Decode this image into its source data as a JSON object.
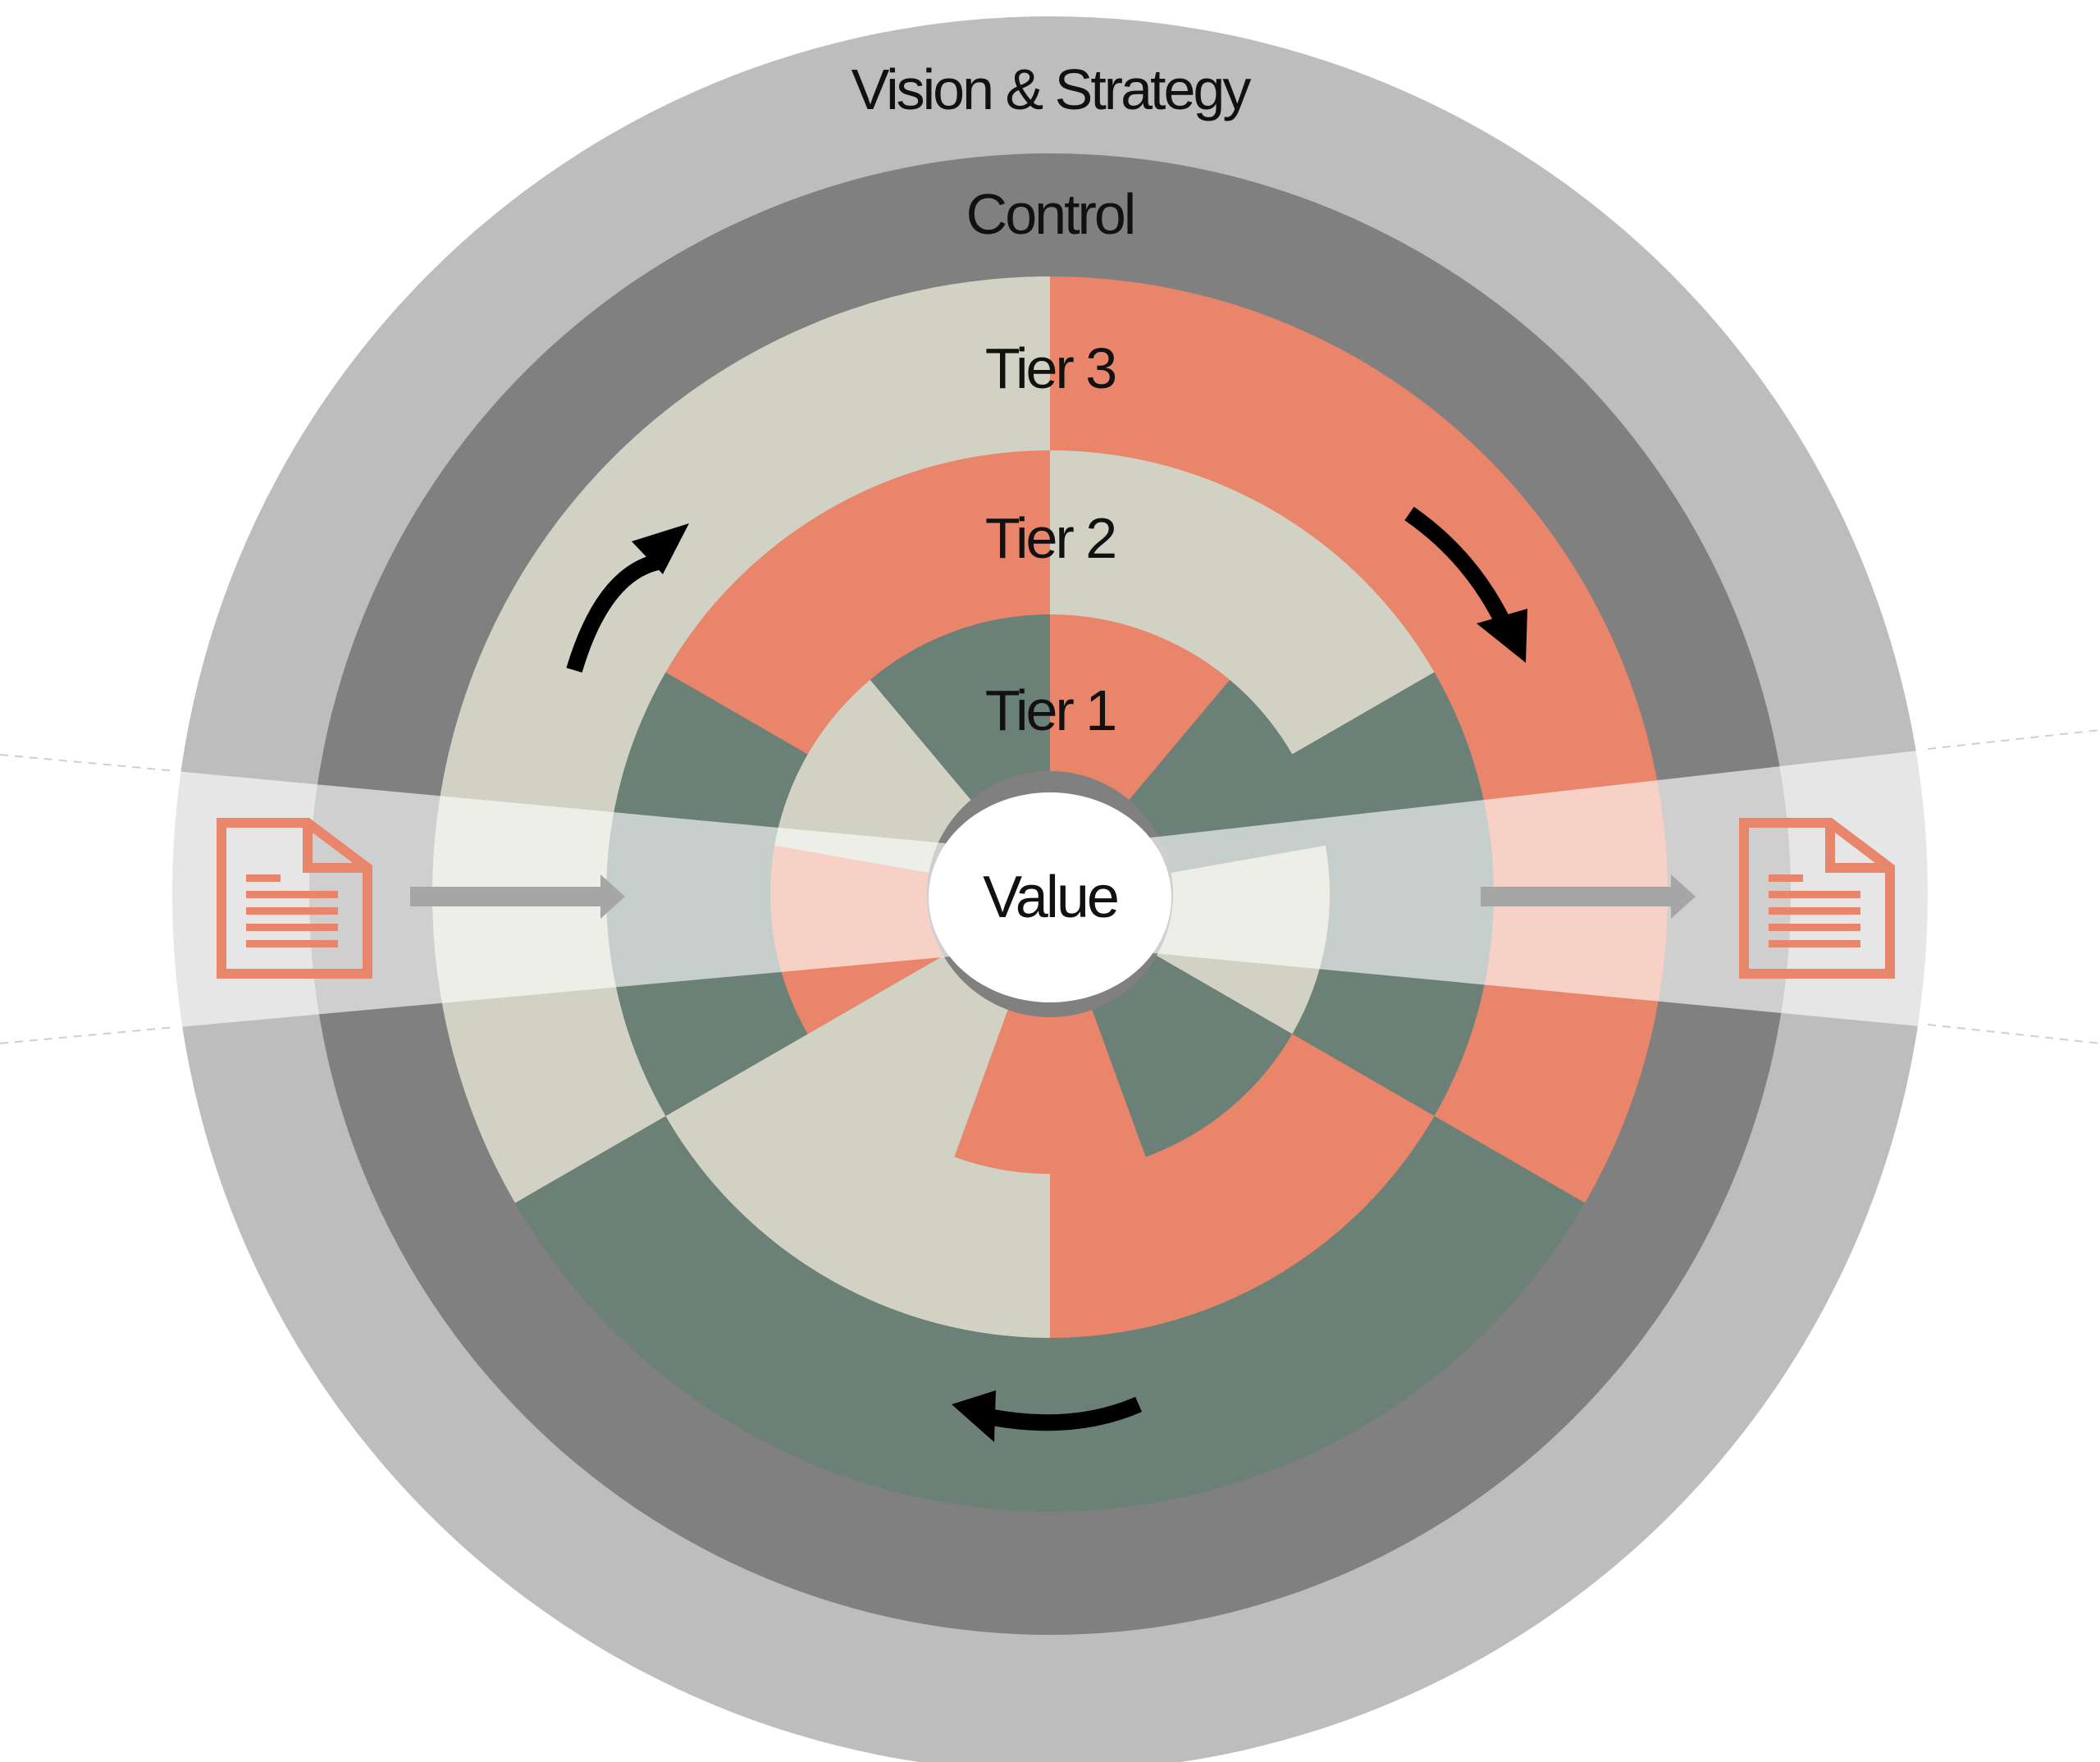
{
  "labels": {
    "vision": "Vision & Strategy",
    "control": "Control",
    "tier3": "Tier 3",
    "tier2": "Tier 2",
    "tier1": "Tier 1",
    "value": "Value"
  },
  "icons": {
    "input_document": "document-icon",
    "output_document": "document-icon",
    "input_arrow": "arrow-right-icon",
    "output_arrow": "arrow-right-icon",
    "cycle_arrows": "curved-arrow-icon"
  },
  "colors": {
    "vision": "#bdbdbd",
    "control": "#808080",
    "coral": "#e9856a",
    "sage": "#d2d2c4",
    "green": "#6b8076",
    "value": "#ffffff",
    "arrow": "#a6a6a6",
    "cycle": "#000000"
  }
}
